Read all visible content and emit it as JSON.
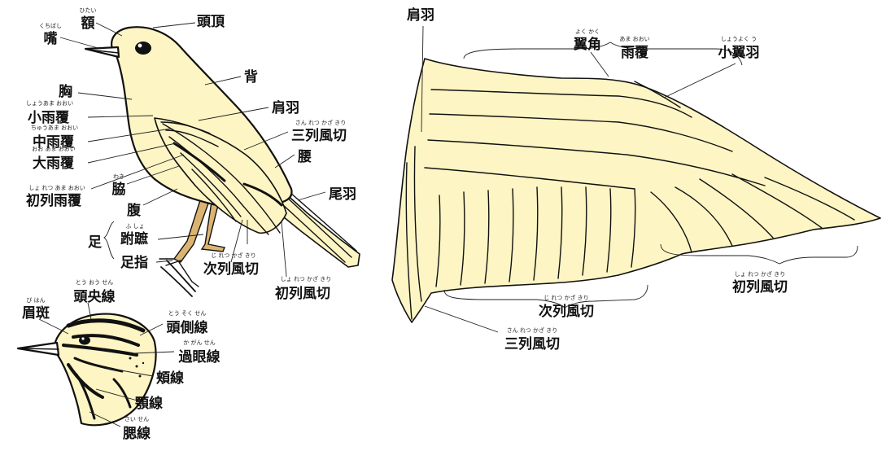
{
  "colors": {
    "plumage": "#fdf5c4",
    "legs": "#dcb472",
    "outline": "#111111"
  },
  "bird": {
    "labels": [
      {
        "id": "l-hitai",
        "text": "額",
        "ruby": "ひたい"
      },
      {
        "id": "l-kuchibashi",
        "text": "嘴",
        "ruby": "くちばし"
      },
      {
        "id": "l-tocho",
        "text": "頭頂",
        "ruby": ""
      },
      {
        "id": "l-se",
        "text": "背",
        "ruby": ""
      },
      {
        "id": "l-mune",
        "text": "胸",
        "ruby": ""
      },
      {
        "id": "l-katabane",
        "text": "肩羽",
        "ruby": ""
      },
      {
        "id": "l-shouamaooi",
        "text": "小雨覆",
        "ruby": "しょうあま おおい"
      },
      {
        "id": "l-sanretsu",
        "text": "三列風切",
        "ruby": "さん れつ かざ きり"
      },
      {
        "id": "l-chuamaooi",
        "text": "中雨覆",
        "ruby": "ちゅうあま おおい"
      },
      {
        "id": "l-koshi",
        "text": "腰",
        "ruby": ""
      },
      {
        "id": "l-ooamaooi",
        "text": "大雨覆",
        "ruby": "おお あま おおい"
      },
      {
        "id": "l-waki",
        "text": "脇",
        "ruby": "わき"
      },
      {
        "id": "l-shoretsuamaooi",
        "text": "初列雨覆",
        "ruby": "しょ れつ あま おおい"
      },
      {
        "id": "l-obane",
        "text": "尾羽",
        "ruby": ""
      },
      {
        "id": "l-hara",
        "text": "腹",
        "ruby": ""
      },
      {
        "id": "l-ashi",
        "text": "足",
        "ruby": ""
      },
      {
        "id": "l-fusho",
        "text": "跗蹠",
        "ruby": "ふ しょ"
      },
      {
        "id": "l-sokushi",
        "text": "足指",
        "ruby": ""
      },
      {
        "id": "l-jiretsu",
        "text": "次列風切",
        "ruby": "じ れつ かざ きり"
      },
      {
        "id": "l-shoretsu",
        "text": "初列風切",
        "ruby": "しょ れつ かざ きり"
      }
    ]
  },
  "head": {
    "labels": [
      {
        "id": "h-bihan",
        "text": "眉斑",
        "ruby": "び はん"
      },
      {
        "id": "h-toousen",
        "text": "頭央線",
        "ruby": "とう おう せん"
      },
      {
        "id": "h-tosokusen",
        "text": "頭側線",
        "ruby": "とう そく せん"
      },
      {
        "id": "h-kagansen",
        "text": "過眼線",
        "ruby": "か がん せん"
      },
      {
        "id": "h-kyosen",
        "text": "頬線",
        "ruby": ""
      },
      {
        "id": "h-gakusen",
        "text": "顎線",
        "ruby": ""
      },
      {
        "id": "h-saisen",
        "text": "腮線",
        "ruby": "さい せん"
      }
    ]
  },
  "wing": {
    "labels": [
      {
        "id": "w-katabane",
        "text": "肩羽",
        "ruby": ""
      },
      {
        "id": "w-yokkaku",
        "text": "翼角",
        "ruby": "よく かく"
      },
      {
        "id": "w-amaooi",
        "text": "雨覆",
        "ruby": "あま おおい"
      },
      {
        "id": "w-shoyokuu",
        "text": "小翼羽",
        "ruby": "しょうよく う"
      },
      {
        "id": "w-shoretsu",
        "text": "初列風切",
        "ruby": "しょ れつ かざ きり"
      },
      {
        "id": "w-jiretsu",
        "text": "次列風切",
        "ruby": "じ れつ かざ きり"
      },
      {
        "id": "w-sanretsu",
        "text": "三列風切",
        "ruby": "さん れつ かざ きり"
      }
    ]
  }
}
